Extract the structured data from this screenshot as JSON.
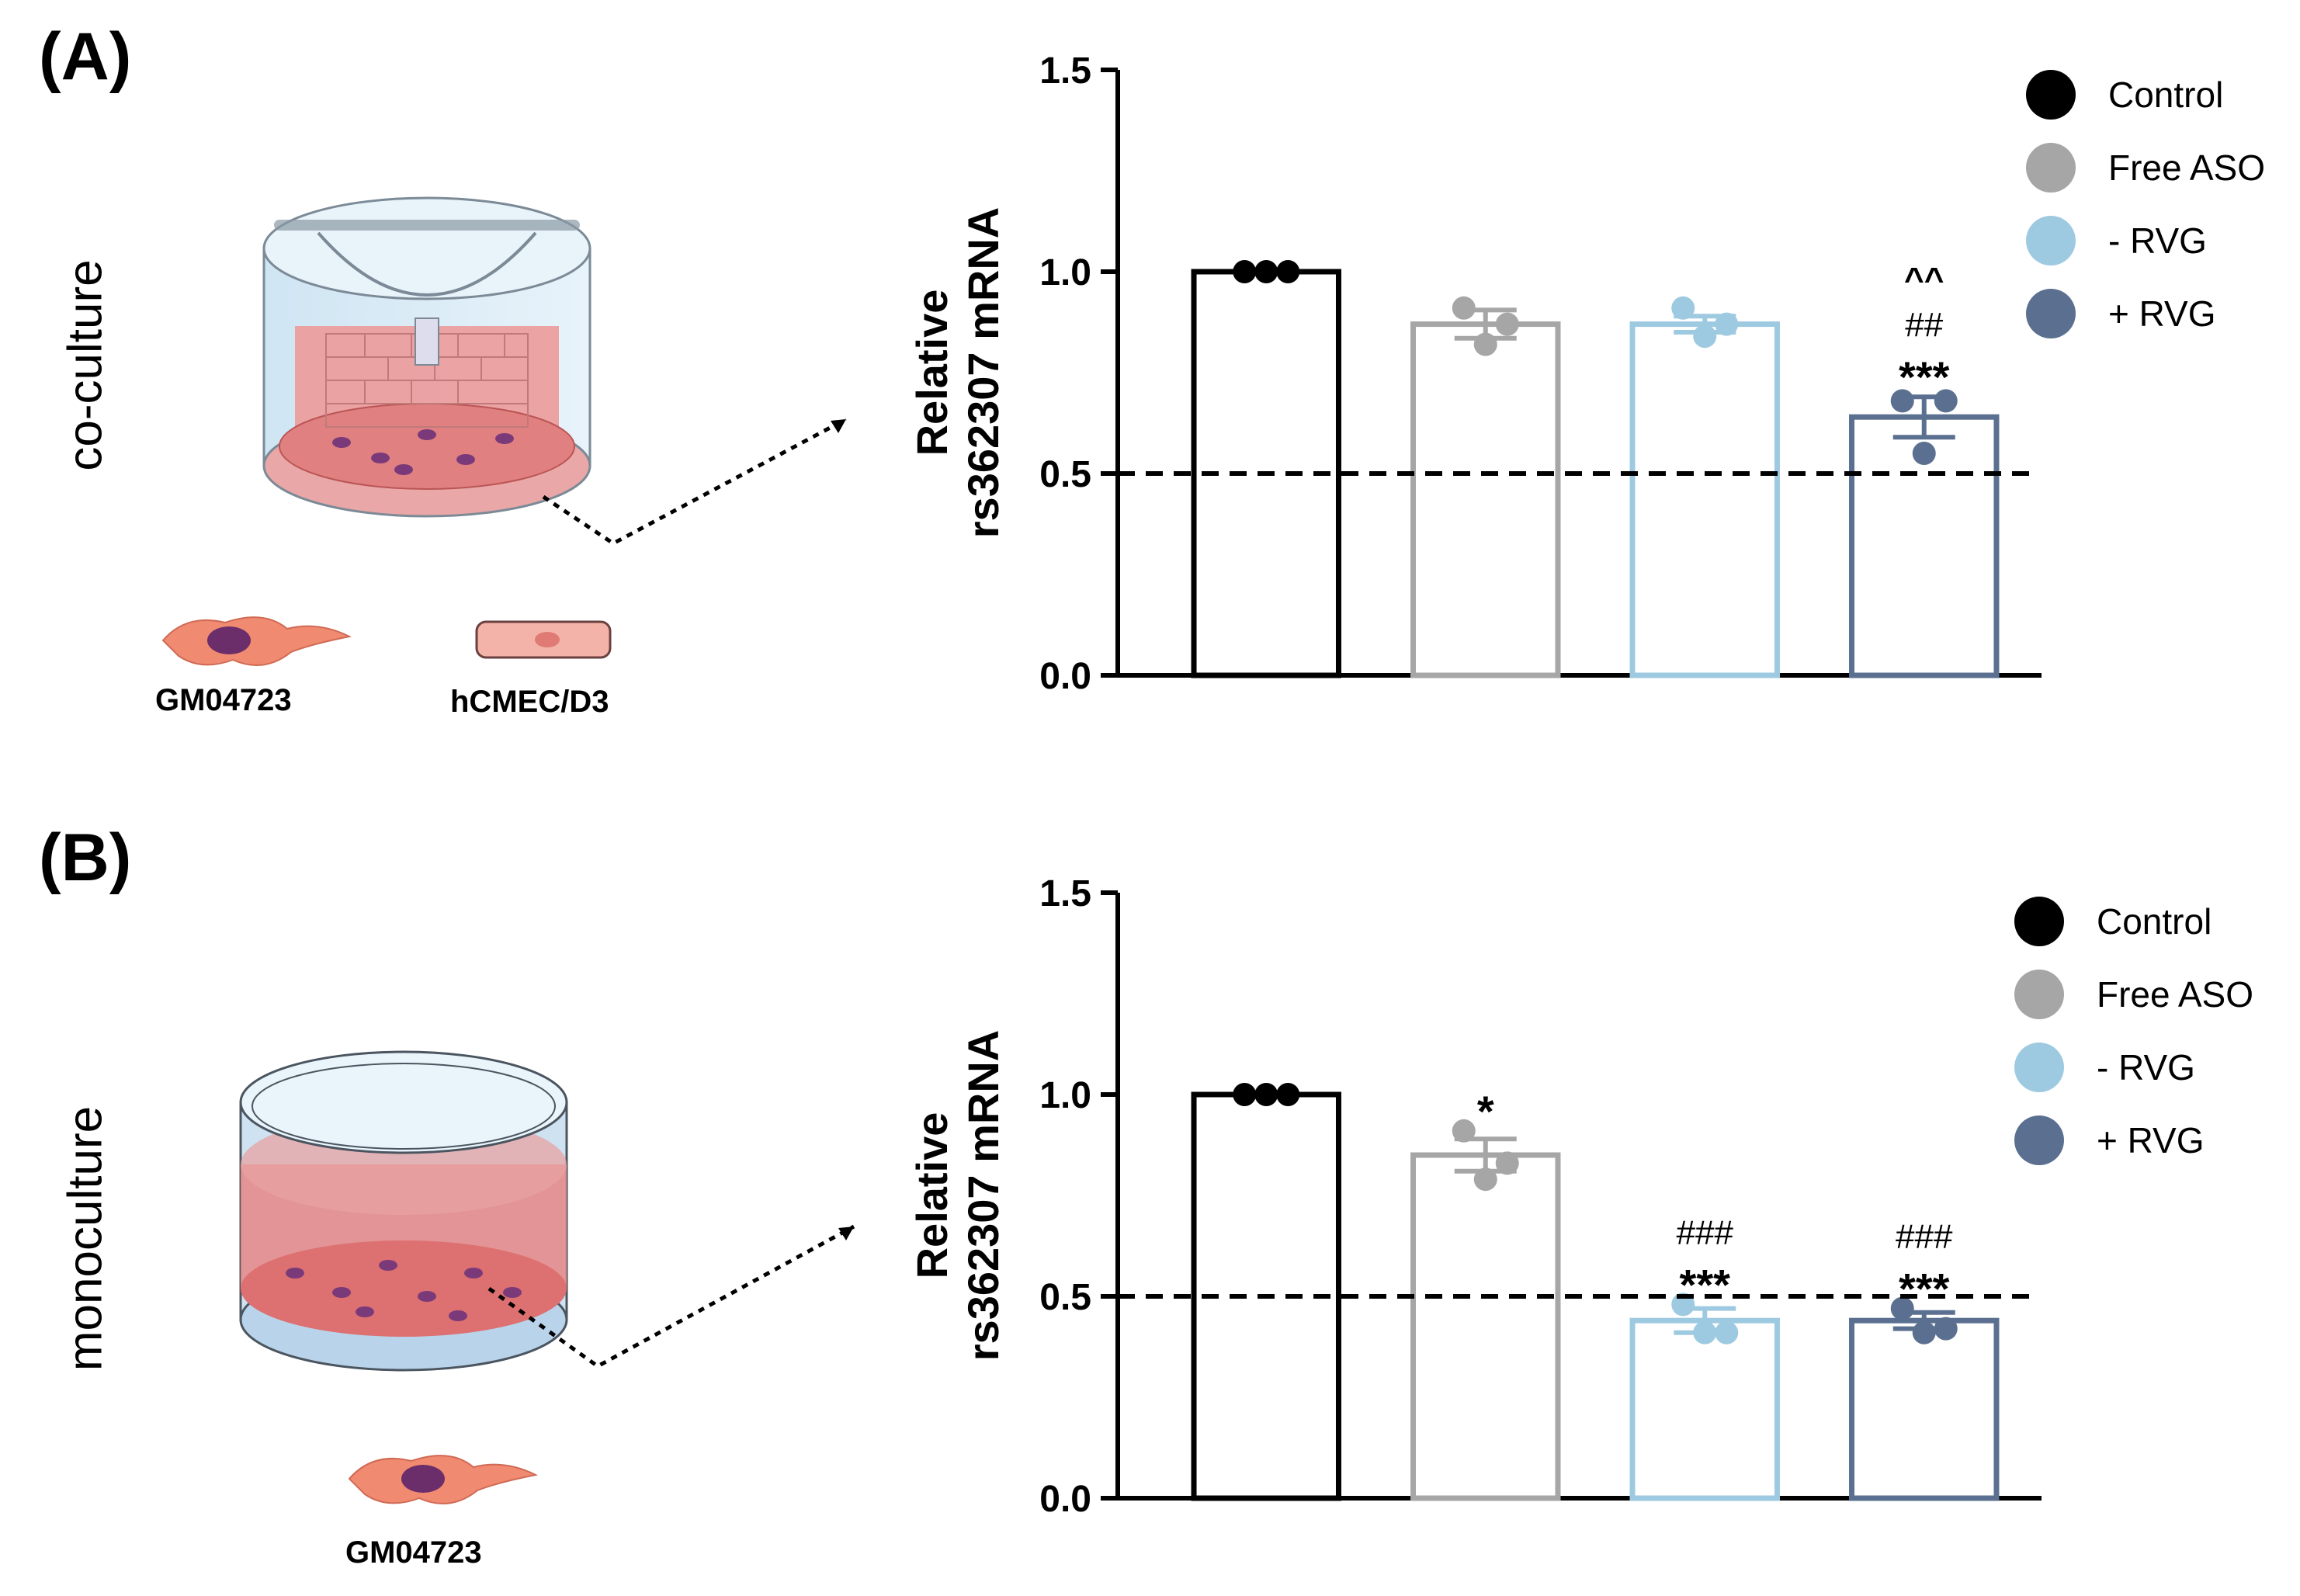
{
  "panels": [
    {
      "label": "(A)",
      "culture": "co-culture",
      "cells": [
        "GM04723",
        "hCMEC/D3"
      ]
    },
    {
      "label": "(B)",
      "culture": "monoculture",
      "cells": [
        "GM04723"
      ]
    }
  ],
  "legend": [
    {
      "label": "Control",
      "color": "#000000"
    },
    {
      "label": "Free ASO",
      "color": "#a6a6a6"
    },
    {
      "label": "- RVG",
      "color": "#9ecae1"
    },
    {
      "label": "+ RVG",
      "color": "#5b7090"
    }
  ],
  "chart_data": [
    {
      "type": "bar",
      "ylabel": "Relative rs362307 mRNA",
      "ylabel_lines": [
        "Relative",
        "rs362307 mRNA"
      ],
      "ylim": [
        0,
        1.5
      ],
      "yticks": [
        "0.0",
        "0.5",
        "1.0",
        "1.5"
      ],
      "reference_line": 0.5,
      "categories": [
        "Control",
        "Free ASO",
        "- RVG",
        "+ RVG"
      ],
      "colors": [
        "#000000",
        "#a6a6a6",
        "#9ecae1",
        "#5b7090"
      ],
      "values": [
        1.0,
        0.87,
        0.87,
        0.64
      ],
      "errors": [
        0.0,
        0.035,
        0.02,
        0.05
      ],
      "points": [
        [
          1.0,
          1.0,
          1.0
        ],
        [
          0.91,
          0.82,
          0.87
        ],
        [
          0.91,
          0.84,
          0.87
        ],
        [
          0.68,
          0.55,
          0.68
        ]
      ],
      "annotations": [
        [],
        [],
        [],
        [
          "***",
          "##",
          "^^"
        ]
      ],
      "legend_position": "top-right"
    },
    {
      "type": "bar",
      "ylabel": "Relative rs362307 mRNA",
      "ylabel_lines": [
        "Relative",
        "rs362307 mRNA"
      ],
      "ylim": [
        0,
        1.5
      ],
      "yticks": [
        "0.0",
        "0.5",
        "1.0",
        "1.5"
      ],
      "reference_line": 0.5,
      "categories": [
        "Control",
        "Free ASO",
        "- RVG",
        "+ RVG"
      ],
      "colors": [
        "#000000",
        "#a6a6a6",
        "#9ecae1",
        "#5b7090"
      ],
      "values": [
        1.0,
        0.85,
        0.44,
        0.44
      ],
      "errors": [
        0.0,
        0.04,
        0.03,
        0.02
      ],
      "points": [
        [
          1.0,
          1.0,
          1.0
        ],
        [
          0.91,
          0.79,
          0.83
        ],
        [
          0.48,
          0.41,
          0.41
        ],
        [
          0.47,
          0.41,
          0.42
        ]
      ],
      "annotations": [
        [],
        [
          "*"
        ],
        [
          "***",
          "###"
        ],
        [
          "***",
          "###"
        ]
      ],
      "legend_position": "top-right"
    }
  ]
}
